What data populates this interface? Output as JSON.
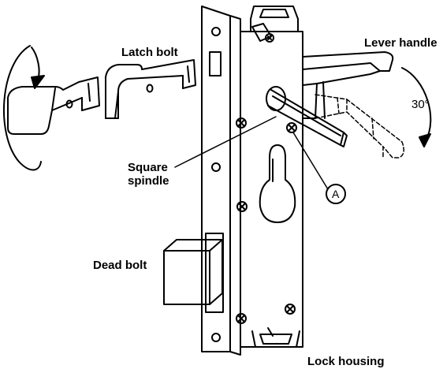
{
  "labels": {
    "latch_bolt": "Latch bolt",
    "lever_handle": "Lever handle",
    "angle": "30°",
    "square_spindle_line1": "Square",
    "square_spindle_line2": "spindle",
    "callout_a": "A",
    "dead_bolt": "Dead bolt",
    "lock_housing": "Lock housing"
  }
}
